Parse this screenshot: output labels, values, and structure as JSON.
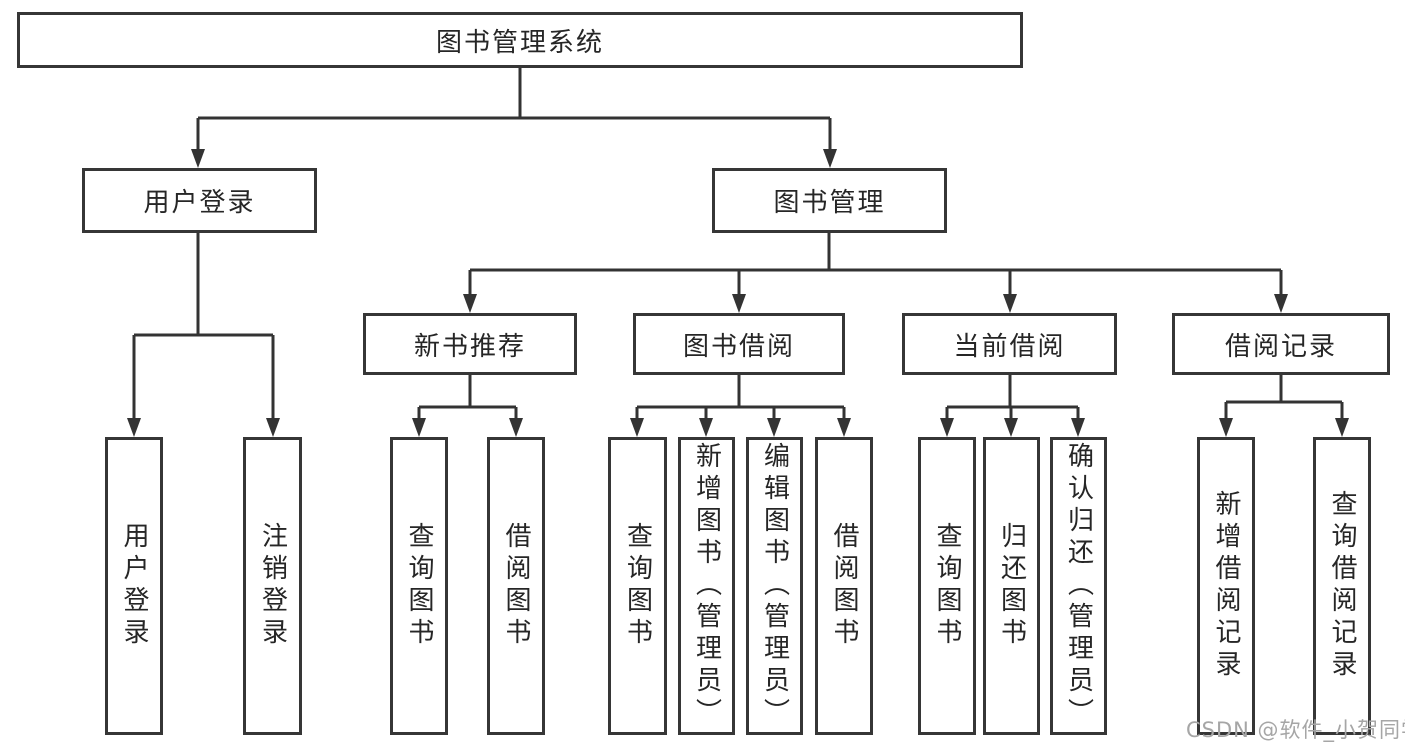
{
  "diagram": {
    "nodes": {
      "root": "图书管理系统",
      "user_login": "用户登录",
      "book_mgmt": "图书管理",
      "new_book": "新书推荐",
      "book_borrow": "图书借阅",
      "current_borrow": "当前借阅",
      "borrow_record": "借阅记录"
    },
    "leaves": {
      "user_login": [
        "用户登录",
        "注销登录"
      ],
      "new_book": [
        "查询图书",
        "借阅图书"
      ],
      "book_borrow": [
        "查询图书",
        "新增图书（管理员）",
        "编辑图书（管理员）",
        "借阅图书"
      ],
      "current_borrow": [
        "查询图书",
        "归还图书",
        "确认归还（管理员）"
      ],
      "borrow_record": [
        "新增借阅记录",
        "查询借阅记录"
      ]
    },
    "watermark": "CSDN @软件_小贺同学",
    "colors": {
      "line": "#333333",
      "border": "#363636",
      "text": "#262626",
      "watermark": "#a6a6a6",
      "background": "#ffffff"
    }
  }
}
